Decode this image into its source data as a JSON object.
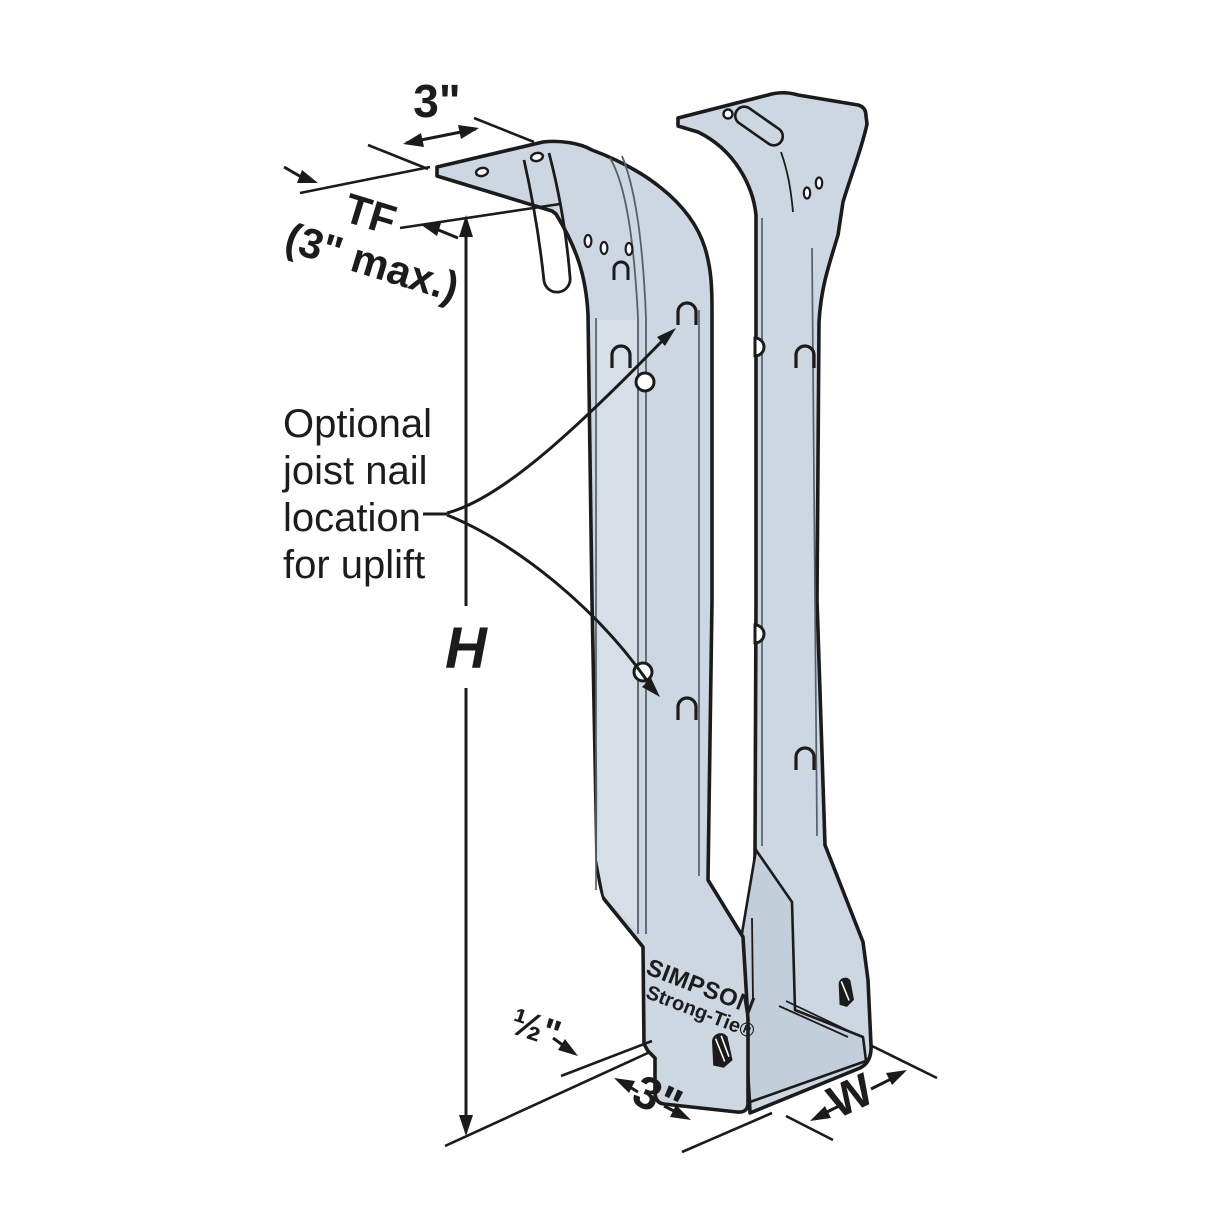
{
  "colors": {
    "background": "#ffffff",
    "metal_fill": "#cdd7e1",
    "metal_side": "#c2ceda",
    "metal_light_band": "#d6dfe8",
    "outline": "#1b1b1b",
    "text": "#1c1c1c"
  },
  "diagram": {
    "product": {
      "brand_line1": "SIMPSON",
      "brand_line2": "Strong-Tie®"
    },
    "dimensions": {
      "top_flange_width": "3\"",
      "top_flange_label": "TF",
      "top_flange_max": "(3\" max.)",
      "height": "H",
      "seat_offset": "½\"",
      "seat_width": "3\"",
      "member_width": "W"
    },
    "annotation": {
      "line1": "Optional",
      "line2": "joist nail",
      "line3": "location",
      "line4": "for uplift"
    }
  }
}
